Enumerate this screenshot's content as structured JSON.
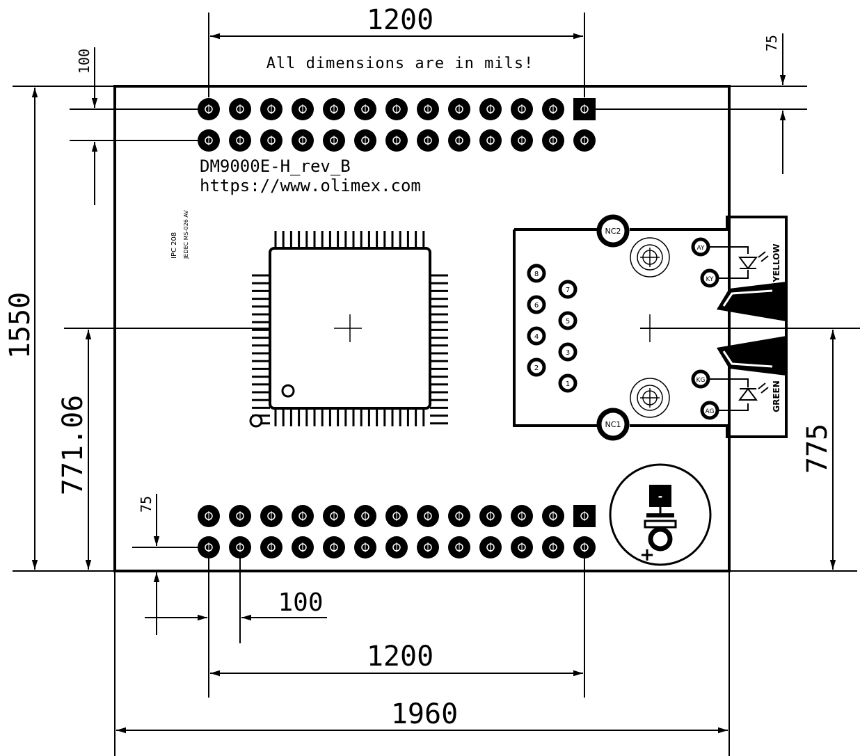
{
  "note": "All dimensions are in mils!",
  "board": {
    "name": "DM9000E-H_rev_B",
    "url": "https://www.olimex.com"
  },
  "dimensions": {
    "top_width": "1200",
    "bottom_width_inner": "1200",
    "total_width": "1960",
    "total_height": "1550",
    "chip_center_y": "771.06",
    "rj45_center_y": "775",
    "top_offset": "100",
    "top_right_offset": "75",
    "bottom_left_offset": "75",
    "pin_pitch": "100"
  },
  "rj45": {
    "nc_labels": [
      "NC2",
      "NC1"
    ],
    "pins_left": [
      "8",
      "6",
      "4",
      "2"
    ],
    "pins_right": [
      "7",
      "5",
      "3",
      "1"
    ],
    "led_pads": [
      "AY",
      "KY",
      "KG",
      "AG"
    ],
    "led_labels": [
      "YELLOW",
      "GREEN"
    ]
  },
  "capacitor": {
    "minus": "-",
    "plus": "+"
  },
  "ic_label": "IPC 208",
  "ic_sub": "JEDEC MS-026 AV"
}
